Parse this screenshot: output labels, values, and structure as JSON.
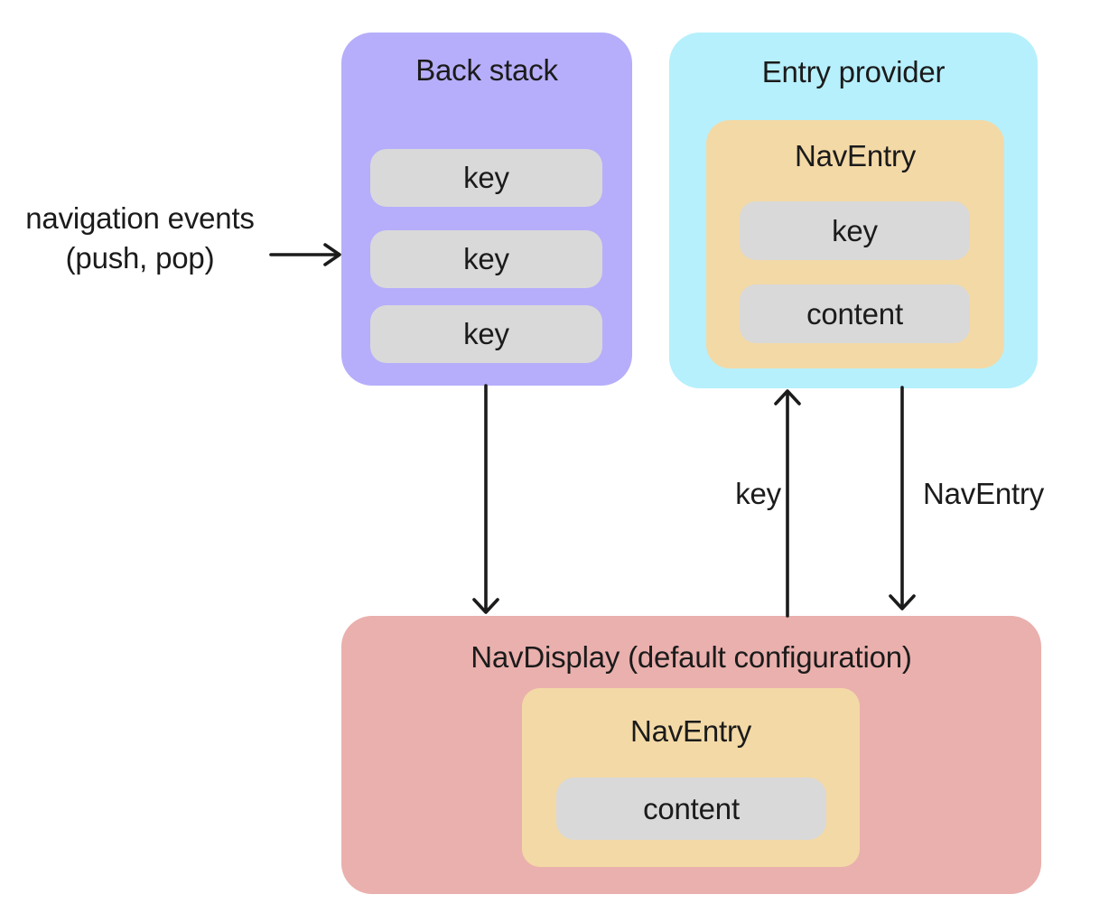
{
  "back_stack": {
    "title": "Back stack",
    "keys": [
      "key",
      "key",
      "key"
    ]
  },
  "entry_provider": {
    "title": "Entry provider",
    "nav_entry": {
      "title": "NavEntry",
      "key_label": "key",
      "content_label": "content"
    }
  },
  "nav_display": {
    "title": "NavDisplay (default configuration)",
    "nav_entry": {
      "title": "NavEntry",
      "content_label": "content"
    }
  },
  "annotations": {
    "navigation_events_line1": "navigation events",
    "navigation_events_line2": "(push, pop)",
    "key_arrow_label": "key",
    "nav_entry_arrow_label": "NavEntry"
  },
  "colors": {
    "back_stack_bg": "#b6aefa",
    "entry_provider_bg": "#b6f0fc",
    "nav_entry_bg": "#f3d9a6",
    "nav_display_bg": "#eab0ad",
    "pill_bg": "#d9d9d9",
    "text": "#1b1b1b",
    "arrow": "#1b1b1b"
  }
}
